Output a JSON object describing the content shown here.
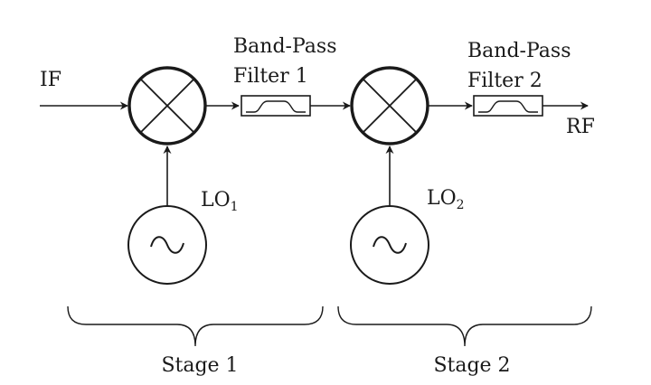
{
  "inputs": {
    "if_label": "IF"
  },
  "outputs": {
    "rf_label": "RF"
  },
  "filters": [
    {
      "line1": "Band-Pass",
      "line2": "Filter 1"
    },
    {
      "line1": "Band-Pass",
      "line2": "Filter 2"
    }
  ],
  "oscillators": [
    {
      "base": "LO",
      "sub": "1"
    },
    {
      "base": "LO",
      "sub": "2"
    }
  ],
  "stages": [
    {
      "label": "Stage 1"
    },
    {
      "label": "Stage 2"
    }
  ]
}
